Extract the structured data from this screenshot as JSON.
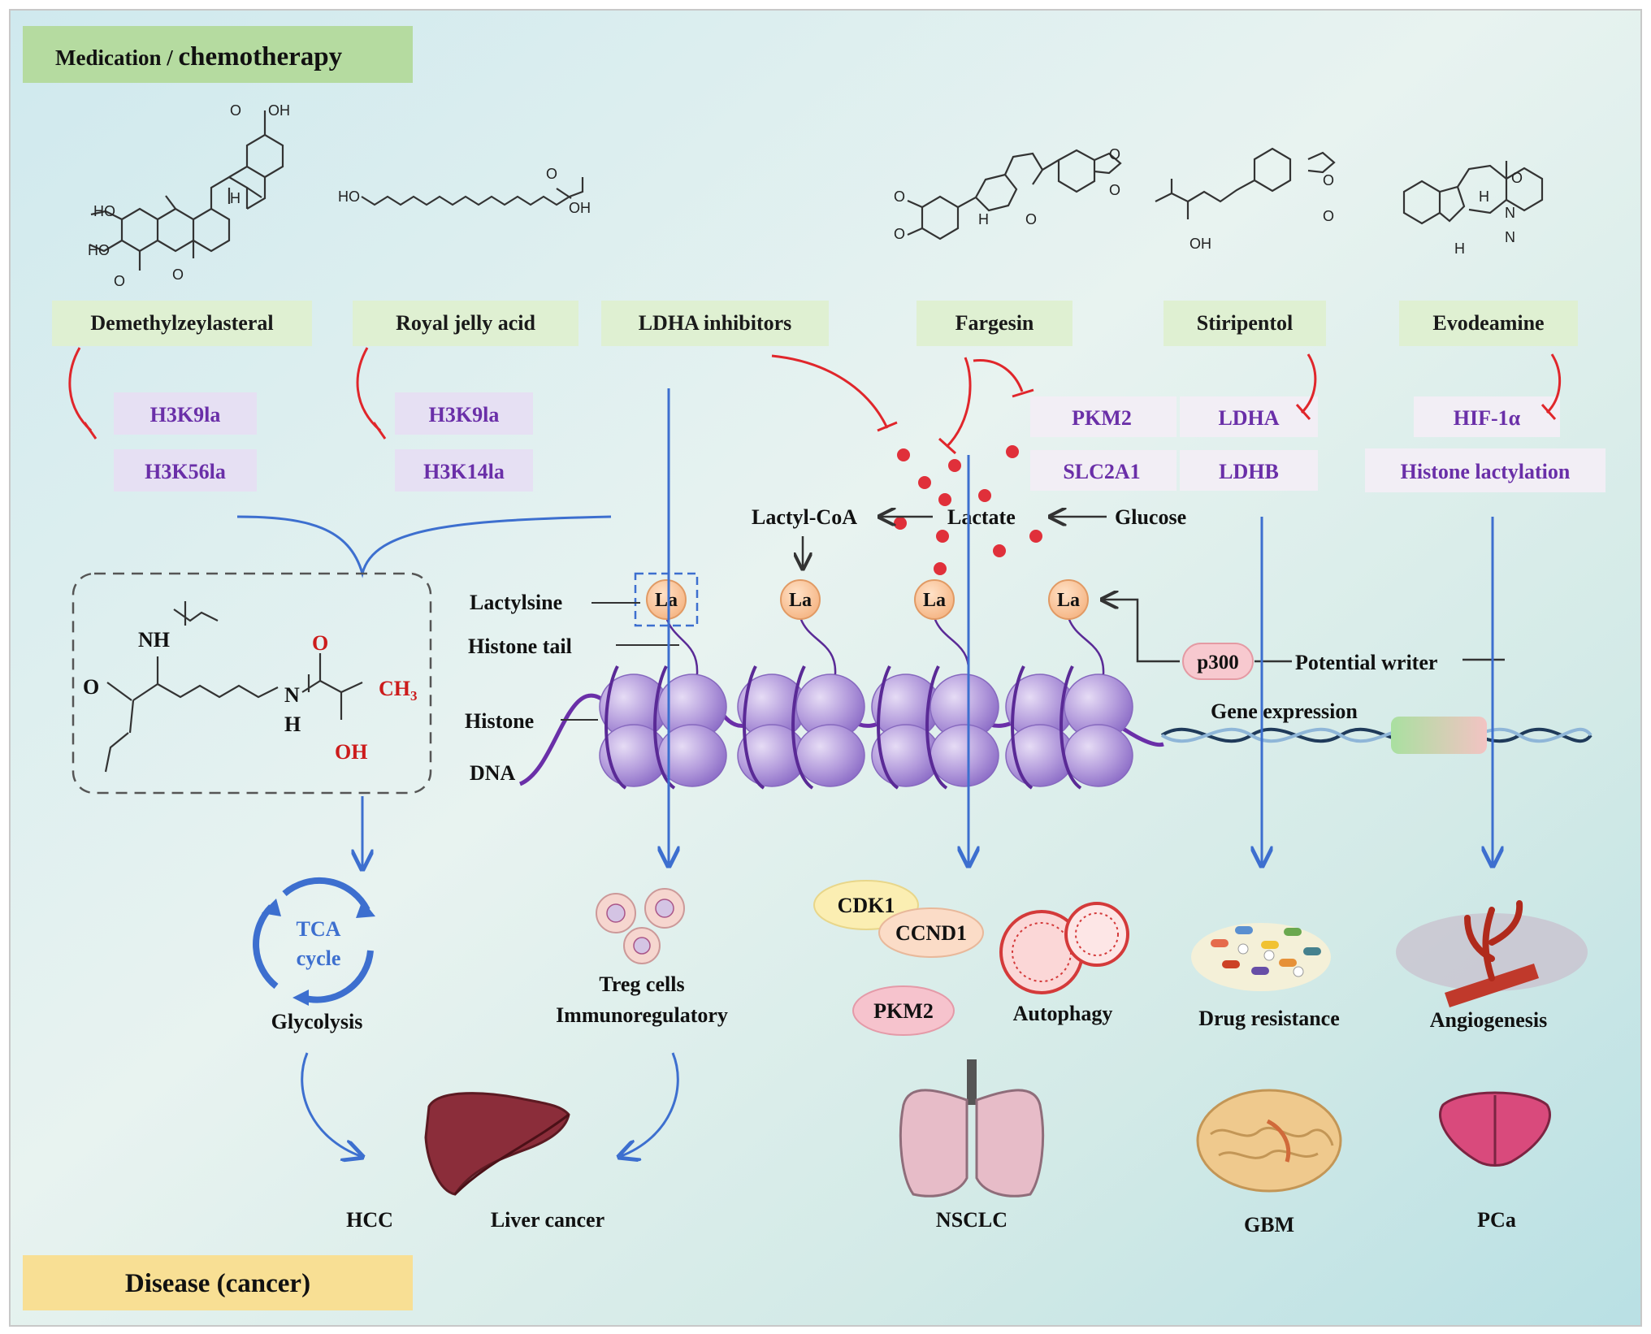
{
  "header": {
    "medication_prefix": "Medication / ",
    "medication_main": "chemotherapy",
    "disease": "Disease (cancer)"
  },
  "drugs": [
    {
      "name": "Demethylzeylasteral",
      "targets": [
        "H3K9la",
        "H3K56la"
      ]
    },
    {
      "name": "Royal jelly acid",
      "targets": [
        "H3K9la",
        "H3K14la"
      ]
    },
    {
      "name": "LDHA inhibitors",
      "targets": []
    },
    {
      "name": "Fargesin",
      "targets": [
        "PKM2",
        "SLC2A1"
      ]
    },
    {
      "name": "Stiripentol",
      "targets": [
        "LDHA",
        "LDHB"
      ]
    },
    {
      "name": "Evodeamine",
      "targets": [
        "HIF-1α",
        "Histone lactylation"
      ]
    }
  ],
  "metabolism": {
    "lactyl_coa": "Lactyl-CoA",
    "lactate": "Lactate",
    "glucose": "Glucose"
  },
  "nucleosome": {
    "lactylsine": "Lactylsine",
    "histone_tail": "Histone tail",
    "histone": "Histone",
    "dna": "DNA",
    "la": "La",
    "p300": "p300",
    "potential_writer": "Potential writer",
    "gene_expression": "Gene expression"
  },
  "structure_labels": {
    "nh": "NH",
    "o": "O",
    "n": "N",
    "h": "H",
    "ch3": "CH",
    "ch3_sub": "3",
    "oh": "OH"
  },
  "molecule_labels": {
    "o": "O",
    "oh": "OH",
    "ho": "HO",
    "h": "H",
    "n": "N"
  },
  "outcomes": {
    "tca": [
      "TCA",
      "cycle"
    ],
    "glycolysis": "Glycolysis",
    "treg": "Treg cells",
    "immuno": "Immunoregulatory",
    "cdk1": "CDK1",
    "ccnd1": "CCND1",
    "pkm2": "PKM2",
    "autophagy": "Autophagy",
    "drug_resistance": "Drug resistance",
    "angiogenesis": "Angiogenesis"
  },
  "diseases": {
    "hcc": "HCC",
    "liver": "Liver cancer",
    "nsclc": "NSCLC",
    "gbm": "GBM",
    "pca": "PCa"
  },
  "colors": {
    "purple_text": "#6a2fa8",
    "drug_box": "#dff0d2",
    "target_box": "#e6e0f3",
    "red": "#e0262b",
    "blue": "#3d6fcf",
    "header_green": "#b5dba0",
    "header_yellow": "#f8df94"
  }
}
